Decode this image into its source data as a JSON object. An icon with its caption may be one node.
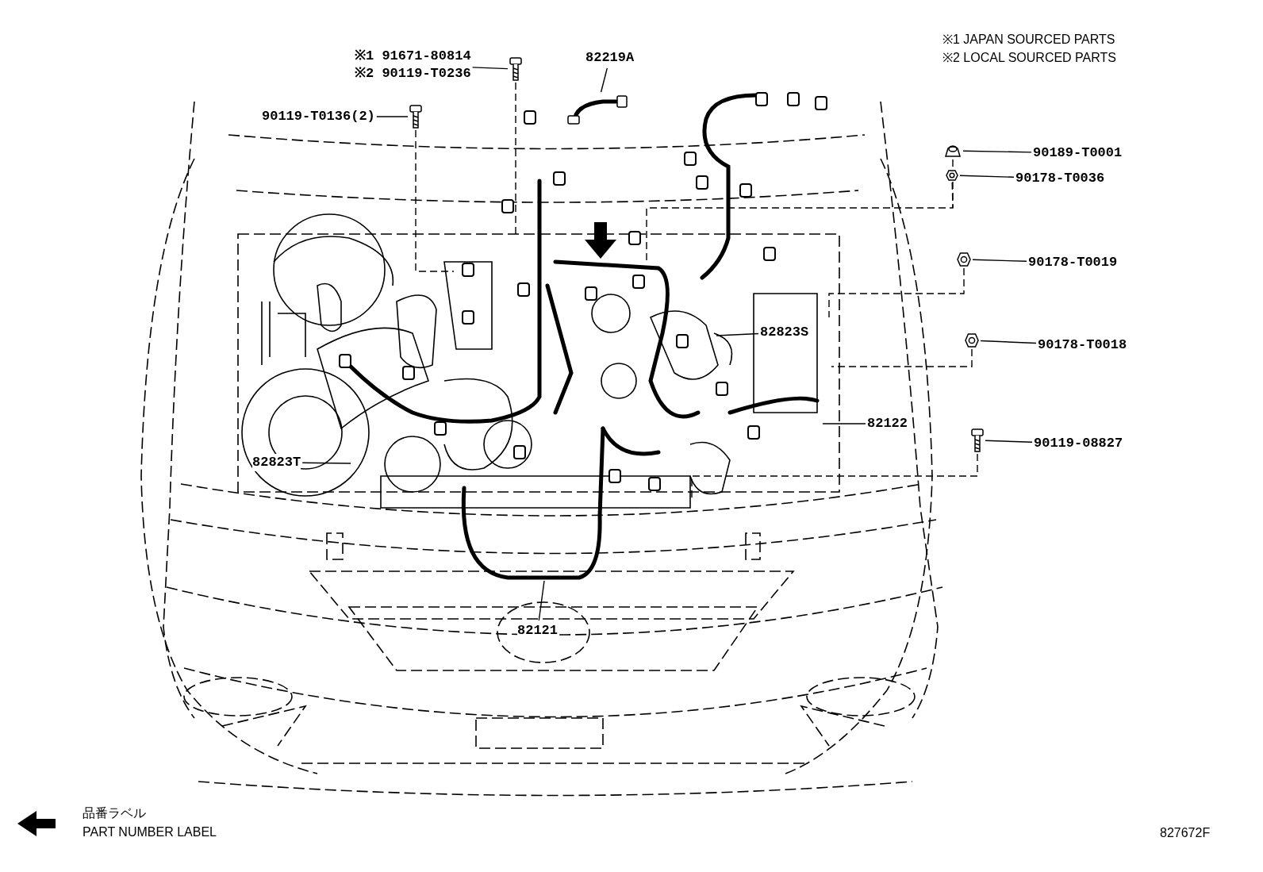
{
  "diagram": {
    "nodes": [
      {
        "text": [
          "※1 91671-80814",
          "※2 90119-T0236"
        ]
      },
      {
        "text": [
          "90119-T0136(2)"
        ]
      },
      {
        "text": [
          "82219A"
        ]
      },
      {
        "text": [
          "90189-T0001"
        ]
      },
      {
        "text": [
          "90178-T0036"
        ]
      },
      {
        "text": [
          "90178-T0019"
        ]
      },
      {
        "text": [
          "82823S"
        ]
      },
      {
        "text": [
          "90178-T0018"
        ]
      },
      {
        "text": [
          "82122"
        ]
      },
      {
        "text": [
          "90119-08827"
        ]
      },
      {
        "text": [
          "82823T"
        ]
      },
      {
        "text": [
          "82121"
        ]
      },
      {
        "text": [],
        "shape": "picture"
      },
      {
        "text": [],
        "shape": "picture"
      },
      {
        "text": [],
        "shape": "picture"
      },
      {
        "text": [],
        "shape": "picture"
      },
      {
        "text": [],
        "shape": "picture"
      },
      {
        "text": [],
        "shape": "picture"
      },
      {
        "text": [],
        "shape": "picture"
      },
      {
        "text": [],
        "shape": "picture"
      }
    ],
    "edges": [
      {
        "from": 0,
        "to": 12,
        "arrow": "none"
      },
      {
        "from": 12,
        "to": null,
        "arrow": "none",
        "style": "dashed"
      },
      {
        "from": 1,
        "to": 13,
        "arrow": "none"
      },
      {
        "from": 13,
        "to": null,
        "arrow": "none",
        "style": "dashed"
      },
      {
        "from": 2,
        "to": 19,
        "arrow": "none"
      },
      {
        "from": 3,
        "to": 14,
        "arrow": "none"
      },
      {
        "from": 14,
        "to": null,
        "arrow": "none",
        "style": "dashed"
      },
      {
        "from": 4,
        "to": 15,
        "arrow": "none"
      },
      {
        "from": 15,
        "to": null,
        "arrow": "none",
        "style": "dashed"
      },
      {
        "from": 5,
        "to": 16,
        "arrow": "none"
      },
      {
        "from": 16,
        "to": null,
        "arrow": "none",
        "style": "dashed"
      },
      {
        "from": 6,
        "to": null,
        "arrow": "none"
      },
      {
        "from": 7,
        "to": 17,
        "arrow": "none"
      },
      {
        "from": 17,
        "to": null,
        "arrow": "none",
        "style": "dashed"
      },
      {
        "from": 8,
        "to": null,
        "arrow": "none"
      },
      {
        "from": 9,
        "to": 18,
        "arrow": "none"
      },
      {
        "from": 18,
        "to": null,
        "arrow": "none",
        "style": "dashed"
      },
      {
        "from": 10,
        "to": null,
        "arrow": "none"
      },
      {
        "from": 11,
        "to": null,
        "arrow": "none"
      }
    ],
    "labels": [
      "※1 JAPAN SOURCED PARTS",
      "※2 LOCAL SOURCED PARTS",
      "品番ラベル",
      "PART NUMBER LABEL",
      "827672F"
    ]
  }
}
